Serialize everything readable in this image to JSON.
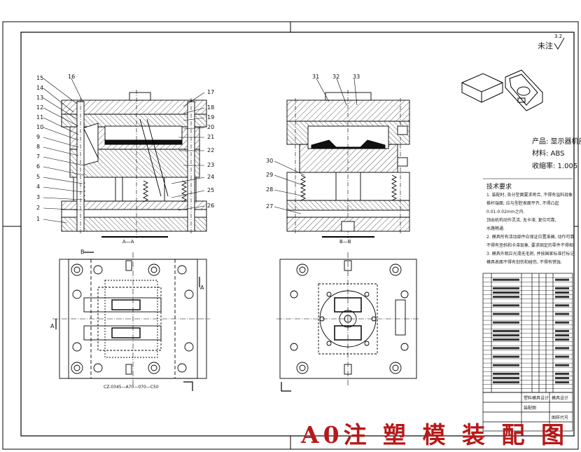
{
  "drawing": {
    "surface_mark": "未注",
    "surface_value": "3.2",
    "product_line": "产品: 显示器机座",
    "material_line": "材料: ABS",
    "shrink_line": "收缩率: 1.005",
    "tech_title": "技术要求",
    "tech_notes": [
      "1. 装配时, 各分型面要求密合, 不得有溢料现象",
      "   推杆端面, 应与型腔表面平齐, 不得凸起",
      "   0.01-0.02mm之内.",
      "   顶出机构动作灵活, 无卡滞, 复位可靠,",
      "   水路畅通.",
      "2. 模具所有活动部件应保证位置准确, 动作可靠,",
      "   不得有歪斜和卡滞现象, 要求固定的零件不得相对窜动.",
      "3. 模具外观应光滑无毛刺, 并按国家标准打标记,",
      "   模具表面不得有划伤和碰伤, 不得有锈蚀."
    ],
    "section_a_label": "A—A",
    "section_b_label": "B—B",
    "plan_a_caption": "CZ-0345—A70—070—C50",
    "callouts_left": [
      "15",
      "14",
      "13",
      "12",
      "11",
      "10",
      "9",
      "8",
      "7",
      "6",
      "5",
      "4",
      "3",
      "2",
      "1"
    ],
    "callouts_mid": [
      "16"
    ],
    "callouts_right": [
      "17",
      "18",
      "19",
      "20",
      "21",
      "22",
      "23",
      "24",
      "25",
      "26"
    ],
    "callouts_b_top": [
      "31",
      "32",
      "33"
    ],
    "callouts_b_left": [
      "30",
      "29",
      "28",
      "27"
    ],
    "title_block": {
      "row_1": "塑料模具设计",
      "row_2": "装配图 ",
      "row_3": "模具设计",
      "row_4": "图样代号"
    },
    "section_mark_a": "A",
    "section_mark_b": "B",
    "watermark": "A0注 塑 模 装 配 图"
  }
}
